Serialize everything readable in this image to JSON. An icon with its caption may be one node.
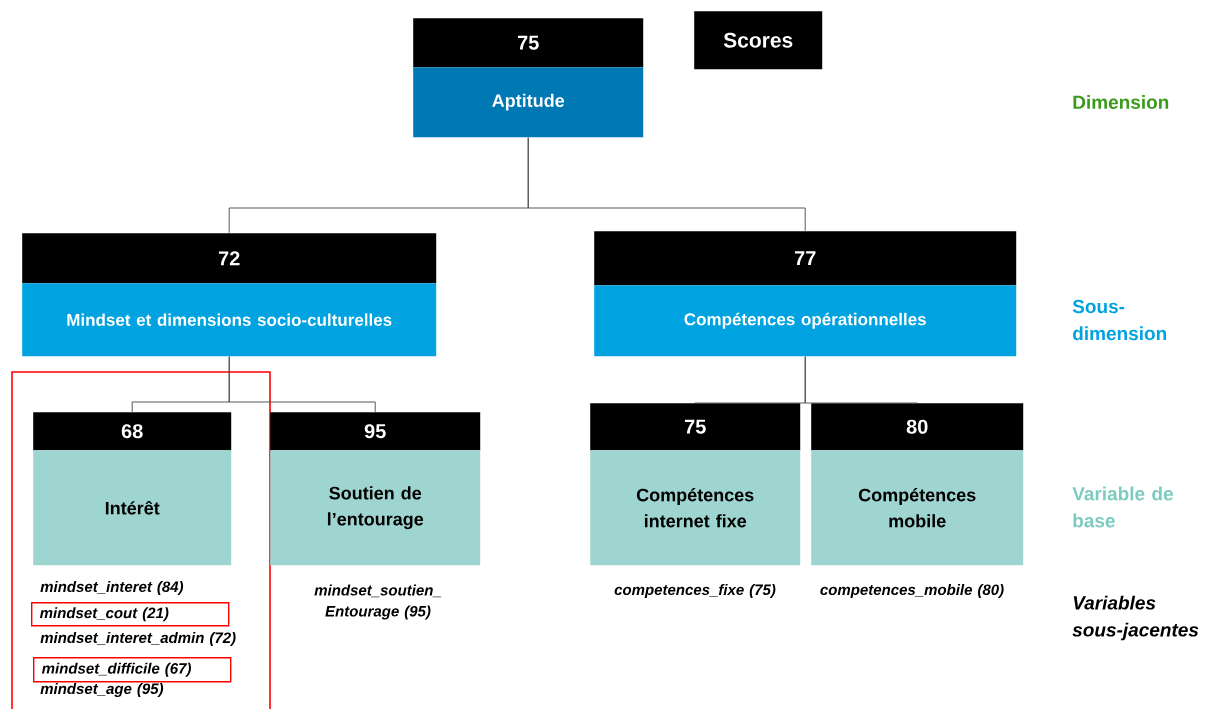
{
  "diagram": {
    "nodes": [
      {
        "text": [
          "75",
          "Aptitude"
        ]
      },
      {
        "text": [
          "Scores"
        ]
      },
      {
        "text": [
          "72",
          "Mindset et dimensions socio-culturelles"
        ]
      },
      {
        "text": [
          "77",
          "Compétences opérationnelles"
        ]
      },
      {
        "text": [
          "68",
          "Intérêt"
        ]
      },
      {
        "text": [
          "95",
          "Soutien de l’entourage"
        ]
      },
      {
        "text": [
          "75",
          "Compétences internet fixe"
        ]
      },
      {
        "text": [
          "80",
          "Compétences mobile"
        ]
      },
      {
        "text": [
          "mindset_cout (21)"
        ]
      },
      {
        "text": [
          "mindset_difficile (67)"
        ]
      }
    ],
    "edges": [
      {
        "from": 0,
        "to": 2,
        "arrow": "none"
      },
      {
        "from": 0,
        "to": 3,
        "arrow": "none"
      },
      {
        "from": 2,
        "to": 4,
        "arrow": "none"
      },
      {
        "from": 2,
        "to": 5,
        "arrow": "none"
      },
      {
        "from": 3,
        "to": 6,
        "arrow": "none"
      },
      {
        "from": 3,
        "to": 7,
        "arrow": "none"
      }
    ],
    "labels": [
      "Dimension",
      "Sous-dimension",
      "Variable de base",
      "mindset_interet (84)",
      "mindset_soutien_ Entourage (95)",
      "competences_fixe (75)",
      "competences_mobile (80)",
      "Variables sous-jacentes",
      "mindset_interet_admin (72)",
      "mindset_age (95)"
    ]
  }
}
